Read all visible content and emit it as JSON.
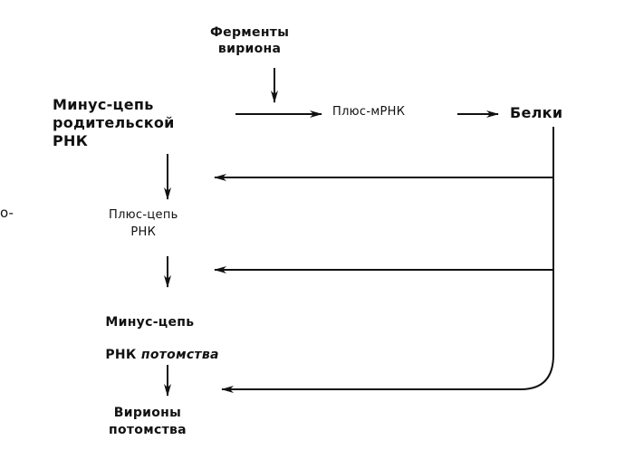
{
  "diagram": {
    "edge_fragment": "о-",
    "nodes": {
      "virion_enzymes": "Ферменты\nвириона",
      "parental_minus": "Минус-цепь\nродительской\nРНК",
      "plus_mrna": "Плюс-мРНК",
      "proteins": "Белки",
      "plus_strand": "Плюс-цепь\nРНК",
      "progeny_minus_line1": "Минус-цепь",
      "progeny_minus_line2a": "РНК ",
      "progeny_minus_line2b": "потомства",
      "progeny_virions": "Вирионы\nпотомства"
    },
    "edges": [
      {
        "from": "virion_enzymes",
        "to": "transcription_arrow"
      },
      {
        "from": "parental_minus",
        "to": "plus_mrna"
      },
      {
        "from": "plus_mrna",
        "to": "proteins"
      },
      {
        "from": "parental_minus",
        "to": "plus_strand"
      },
      {
        "from": "plus_strand",
        "to": "progeny_minus"
      },
      {
        "from": "progeny_minus",
        "to": "progeny_virions"
      },
      {
        "from": "proteins",
        "to": "parental_minus_to_plus_strand_step"
      },
      {
        "from": "proteins",
        "to": "plus_strand_to_progeny_minus_step"
      },
      {
        "from": "proteins",
        "to": "progeny_virions_step"
      }
    ]
  }
}
